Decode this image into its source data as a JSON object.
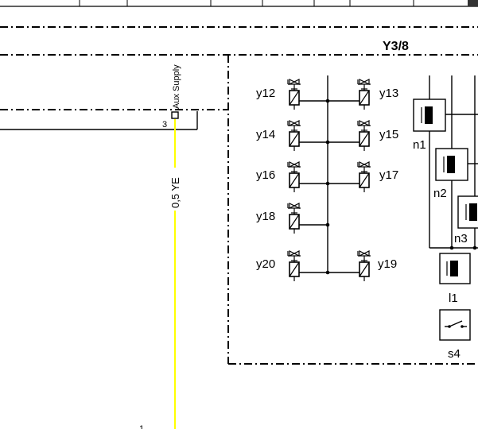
{
  "module_title": "Y3/8",
  "connector": {
    "label": "Aux Supply",
    "pin": "3"
  },
  "wire": {
    "label": "0,5 YE",
    "color": "#ffff00"
  },
  "valves": {
    "y12": "y12",
    "y13": "y13",
    "y14": "y14",
    "y15": "y15",
    "y16": "y16",
    "y17": "y17",
    "y18": "y18",
    "y19": "y19",
    "y20": "y20"
  },
  "components": {
    "n1": "n1",
    "n2": "n2",
    "n3": "n3",
    "l1": "l1",
    "s4": "s4"
  },
  "bottom_mark": "1"
}
